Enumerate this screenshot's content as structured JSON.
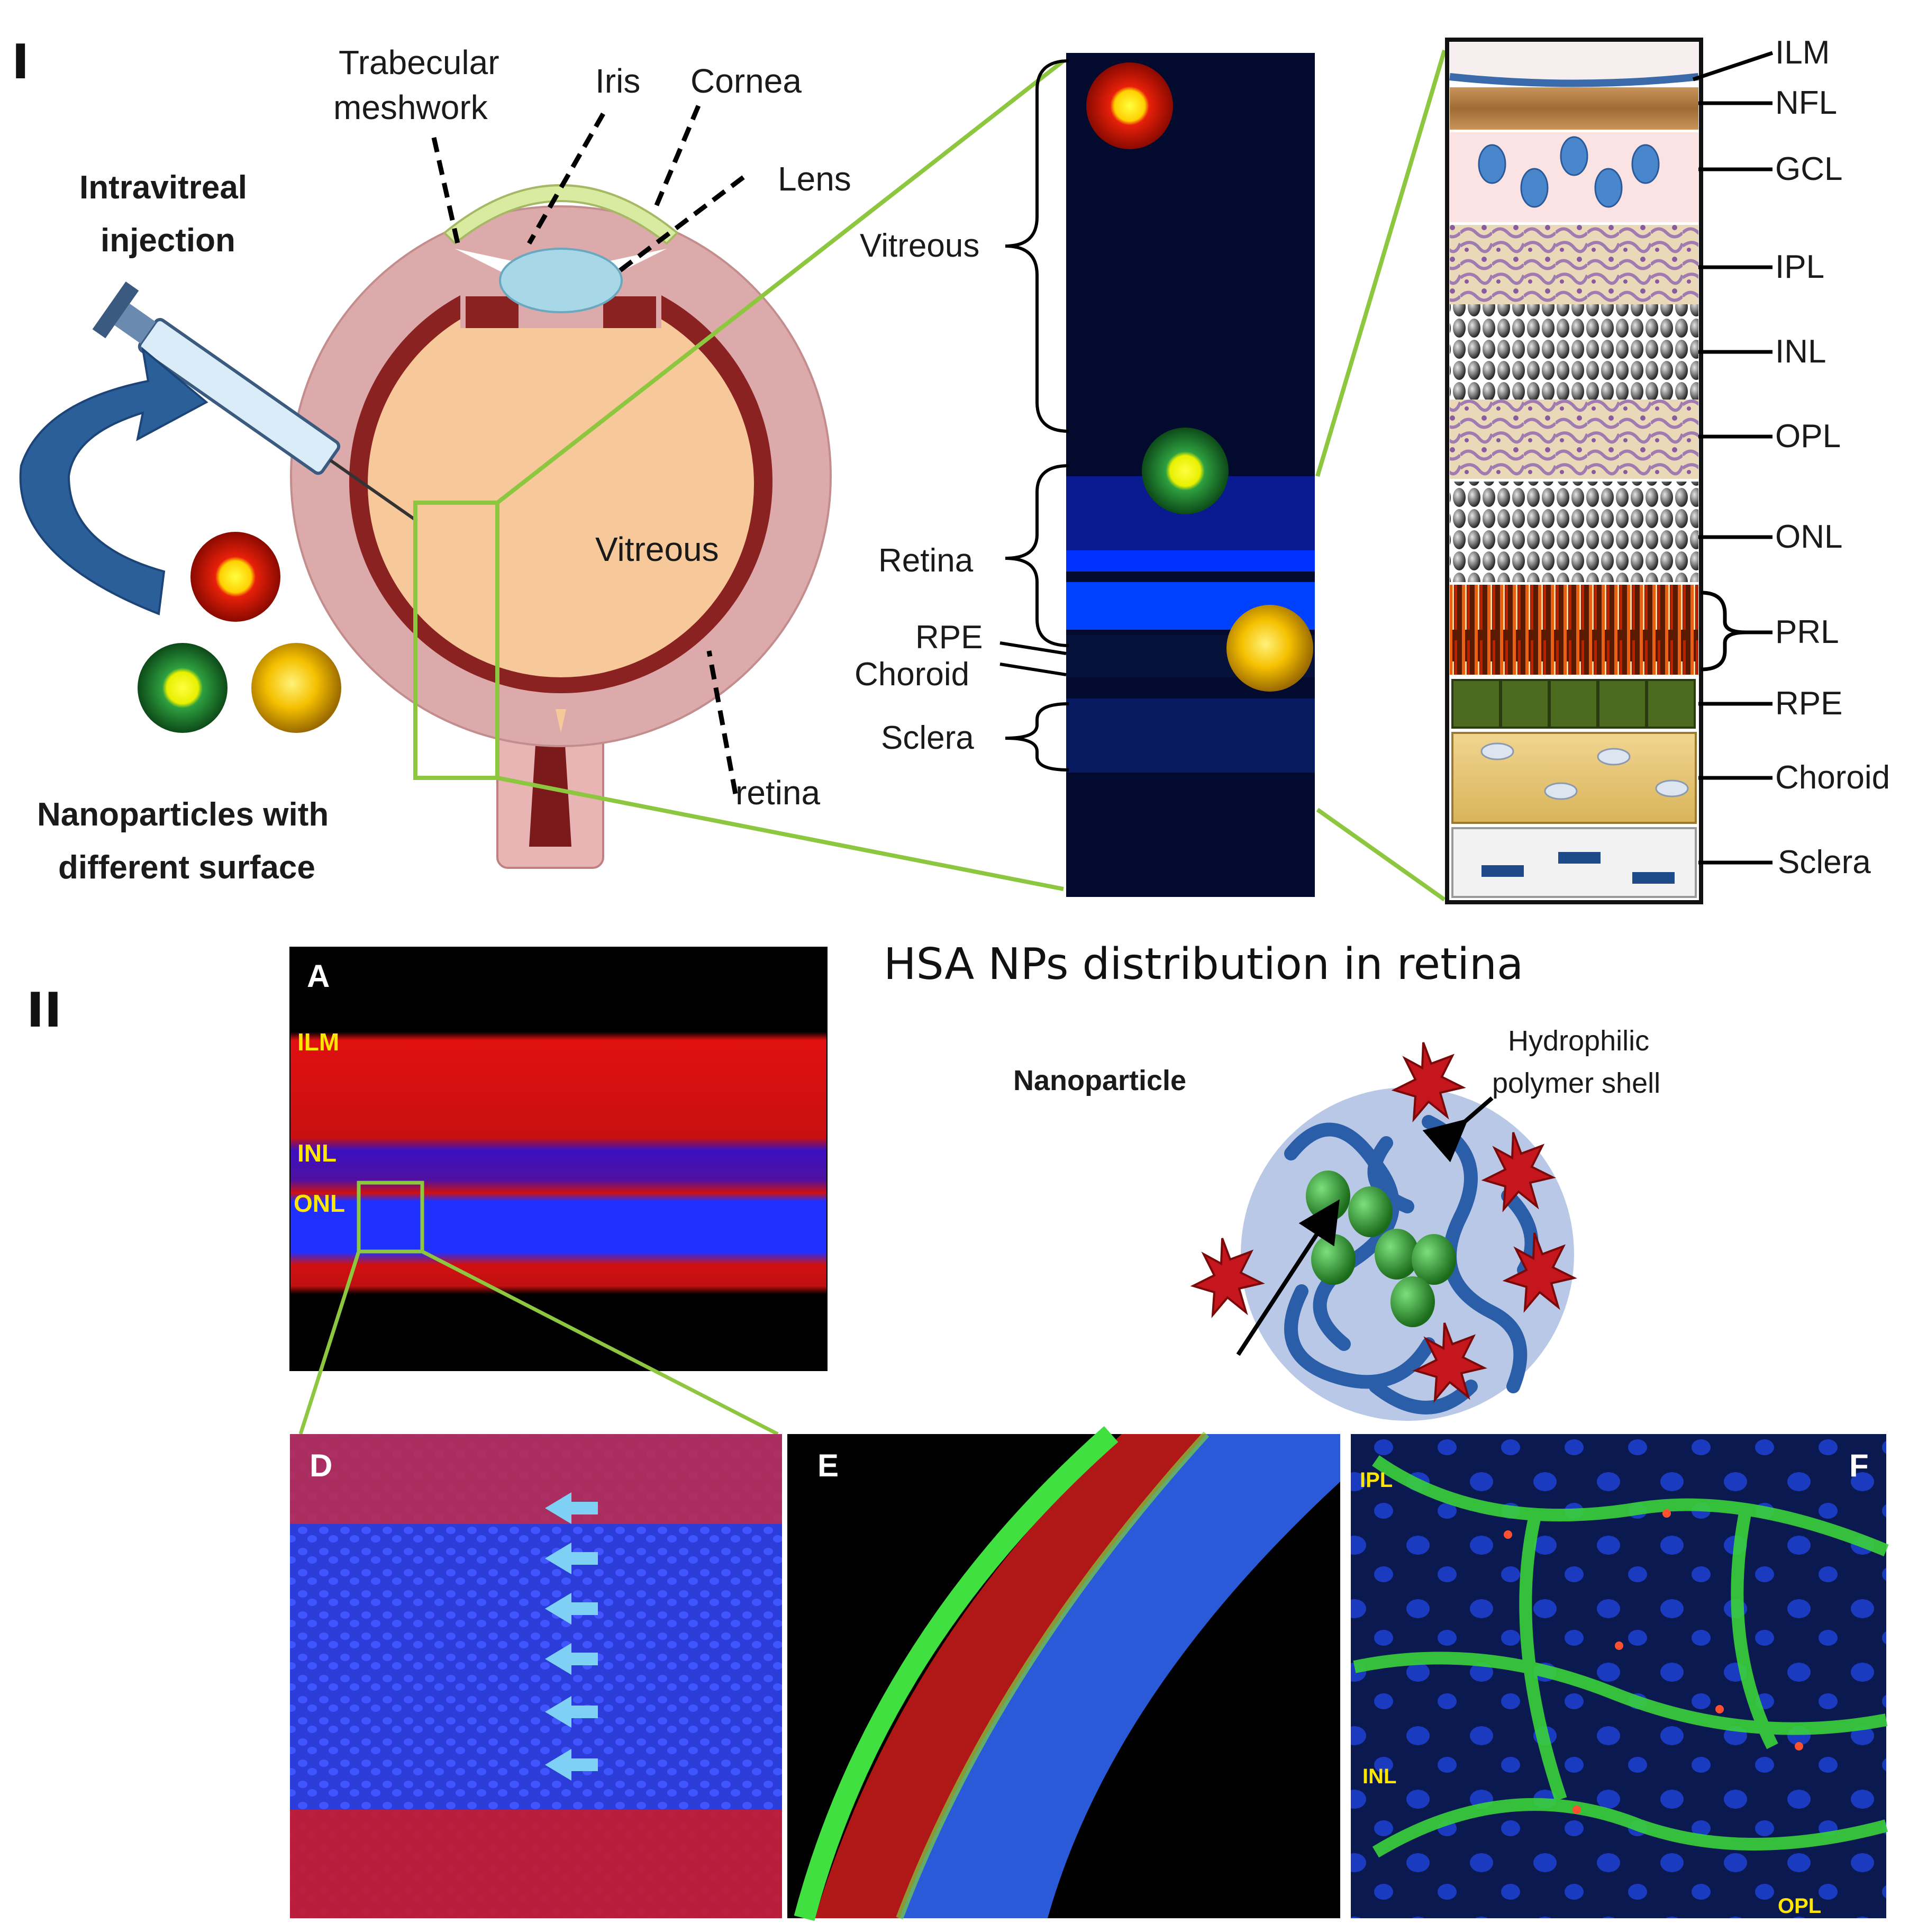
{
  "panel_labels": {
    "I": "I",
    "II": "II"
  },
  "eye": {
    "trabecular_1": "Trabecular",
    "trabecular_2": "meshwork",
    "iris": "Iris",
    "cornea": "Cornea",
    "lens": "Lens",
    "vitreous": "Vitreous",
    "retina": "retina",
    "injection_1": "Intravitreal",
    "injection_2": "injection",
    "np_1": "Nanoparticles with",
    "np_2": "different surface"
  },
  "section": {
    "vitreous": "Vitreous",
    "retina": "Retina",
    "rpe": "RPE",
    "choroid": "Choroid",
    "sclera": "Sclera"
  },
  "layers": [
    "ILM",
    "NFL",
    "GCL",
    "IPL",
    "INL",
    "OPL",
    "ONL",
    "PRL",
    "RPE",
    "Choroid",
    "Sclera"
  ],
  "part2": {
    "title": "HSA NPs distribution in retina",
    "nanoparticle": "Nanoparticle",
    "shell_1": "Hydrophilic",
    "shell_2": "polymer shell",
    "A": "A",
    "A_ilm": "ILM",
    "A_inl": "INL",
    "A_onl": "ONL",
    "D": "D",
    "E": "E",
    "F": "F",
    "F_ipl": "IPL",
    "F_inl": "INL",
    "F_opl": "OPL"
  },
  "colors": {
    "zoom_line": "#8dc63f",
    "eye_outer": "#d9a5a5",
    "vitreous": "#f7c99a",
    "dark_section": "#020a2e"
  }
}
